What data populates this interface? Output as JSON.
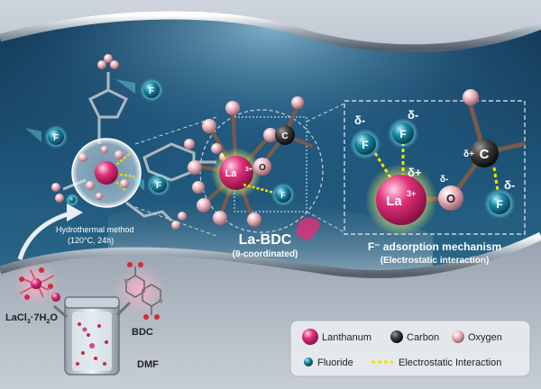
{
  "labels": {
    "hydrothermal_line1": "Hydrothermal method",
    "hydrothermal_line2": "(120°C, 24h)",
    "la_bdc_title": "La-BDC",
    "la_bdc_sub": "(9-coordinated)",
    "mechanism_title": "F⁻ adsorption mechanism",
    "mechanism_sub": "(Electrostatic interaction)",
    "lacl3_prefix": "LaCl",
    "lacl3_sub3": "3",
    "lacl3_mid": "·7H",
    "lacl3_sub2": "2",
    "lacl3_suffix": "O",
    "bdc": "BDC",
    "dmf": "DMF"
  },
  "atoms": {
    "fluoride": "F",
    "lanthanum": "La",
    "la_charge": "3+",
    "oxygen": "O",
    "carbon": "C",
    "delta_minus": "δ-",
    "delta_plus": "δ+"
  },
  "legend": {
    "lanthanum": "Lanthanum",
    "carbon": "Carbon",
    "oxygen": "Oxygen",
    "fluoride": "Fluoride",
    "electrostatic": "Electrostatic Interaction"
  },
  "colors": {
    "lanthanum": "#e0307a",
    "carbon": "#333333",
    "oxygen": "#e8aab4",
    "fluoride": "#1a8aa6",
    "electrostatic": "#f5e000",
    "wave_background": "#163a5a"
  }
}
